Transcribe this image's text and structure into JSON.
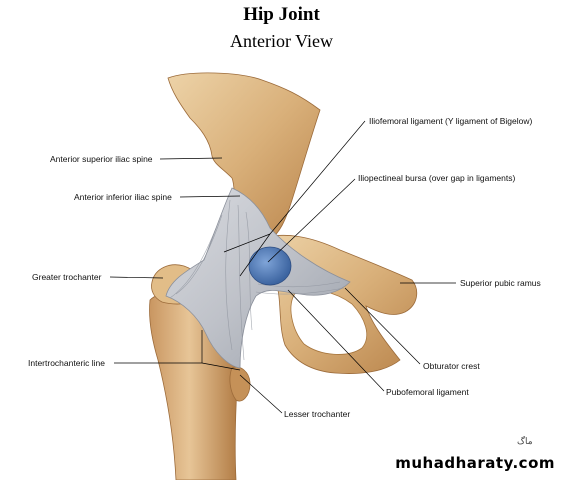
{
  "title": "Hip Joint",
  "subtitle": "Anterior View",
  "labels": {
    "asis": "Anterior superior iliac spine",
    "aiis": "Anterior inferior iliac spine",
    "greater_trochanter": "Greater trochanter",
    "intertrochanteric_line": "Intertrochanteric line",
    "lesser_trochanter": "Lesser trochanter",
    "iliofemoral_ligament": "Iliofemoral ligament (Y ligament of Bigelow)",
    "iliopectineal_bursa": "Iliopectineal bursa (over gap in ligaments)",
    "superior_pubic_ramus": "Superior pubic ramus",
    "obturator_crest": "Obturator crest",
    "pubofemoral_ligament": "Pubofemoral ligament"
  },
  "watermark": "muhadharaty.com",
  "signature_text": "ماگ",
  "colors": {
    "bone_light": "#e6c79a",
    "bone_mid": "#d2a770",
    "bone_dark": "#a5733f",
    "ligament": "#c9cbd0",
    "ligament_shade": "#9ea3ad",
    "bursa": "#4f7ab8",
    "leader": "#000000"
  }
}
